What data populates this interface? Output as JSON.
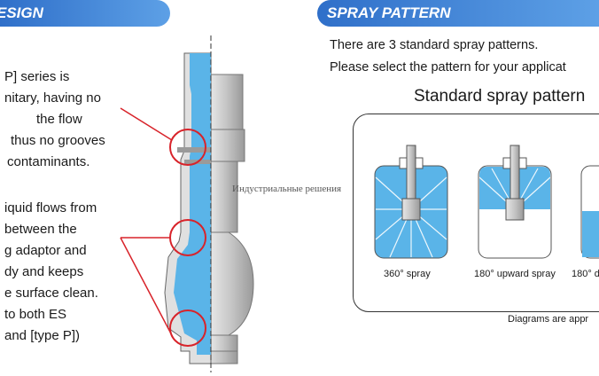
{
  "left_section": {
    "header": "ESIGN",
    "paragraph1": [
      "P] series is",
      "nitary, having no",
      "the flow",
      "thus no grooves",
      "contaminants."
    ],
    "paragraph2": [
      "iquid flows from",
      "between the",
      "g adaptor and",
      "dy and keeps",
      "e surface clean.",
      "to both ES",
      "and [type P])"
    ]
  },
  "right_section": {
    "header": "SPRAY PATTERN",
    "intro1": "There are 3 standard spray patterns.",
    "intro2": "Please select the pattern for your applicat",
    "standard_title": "Standard spray pattern",
    "patterns": [
      "360° spray",
      "180° upward spray",
      "180° d"
    ],
    "note": "Diagrams are appr"
  },
  "watermark": "Индустриальные решения",
  "colors": {
    "header": "#2f6fc9",
    "liquid": "#5ab4e8",
    "callout": "#d8232a",
    "metal": "#c8c8c8"
  }
}
